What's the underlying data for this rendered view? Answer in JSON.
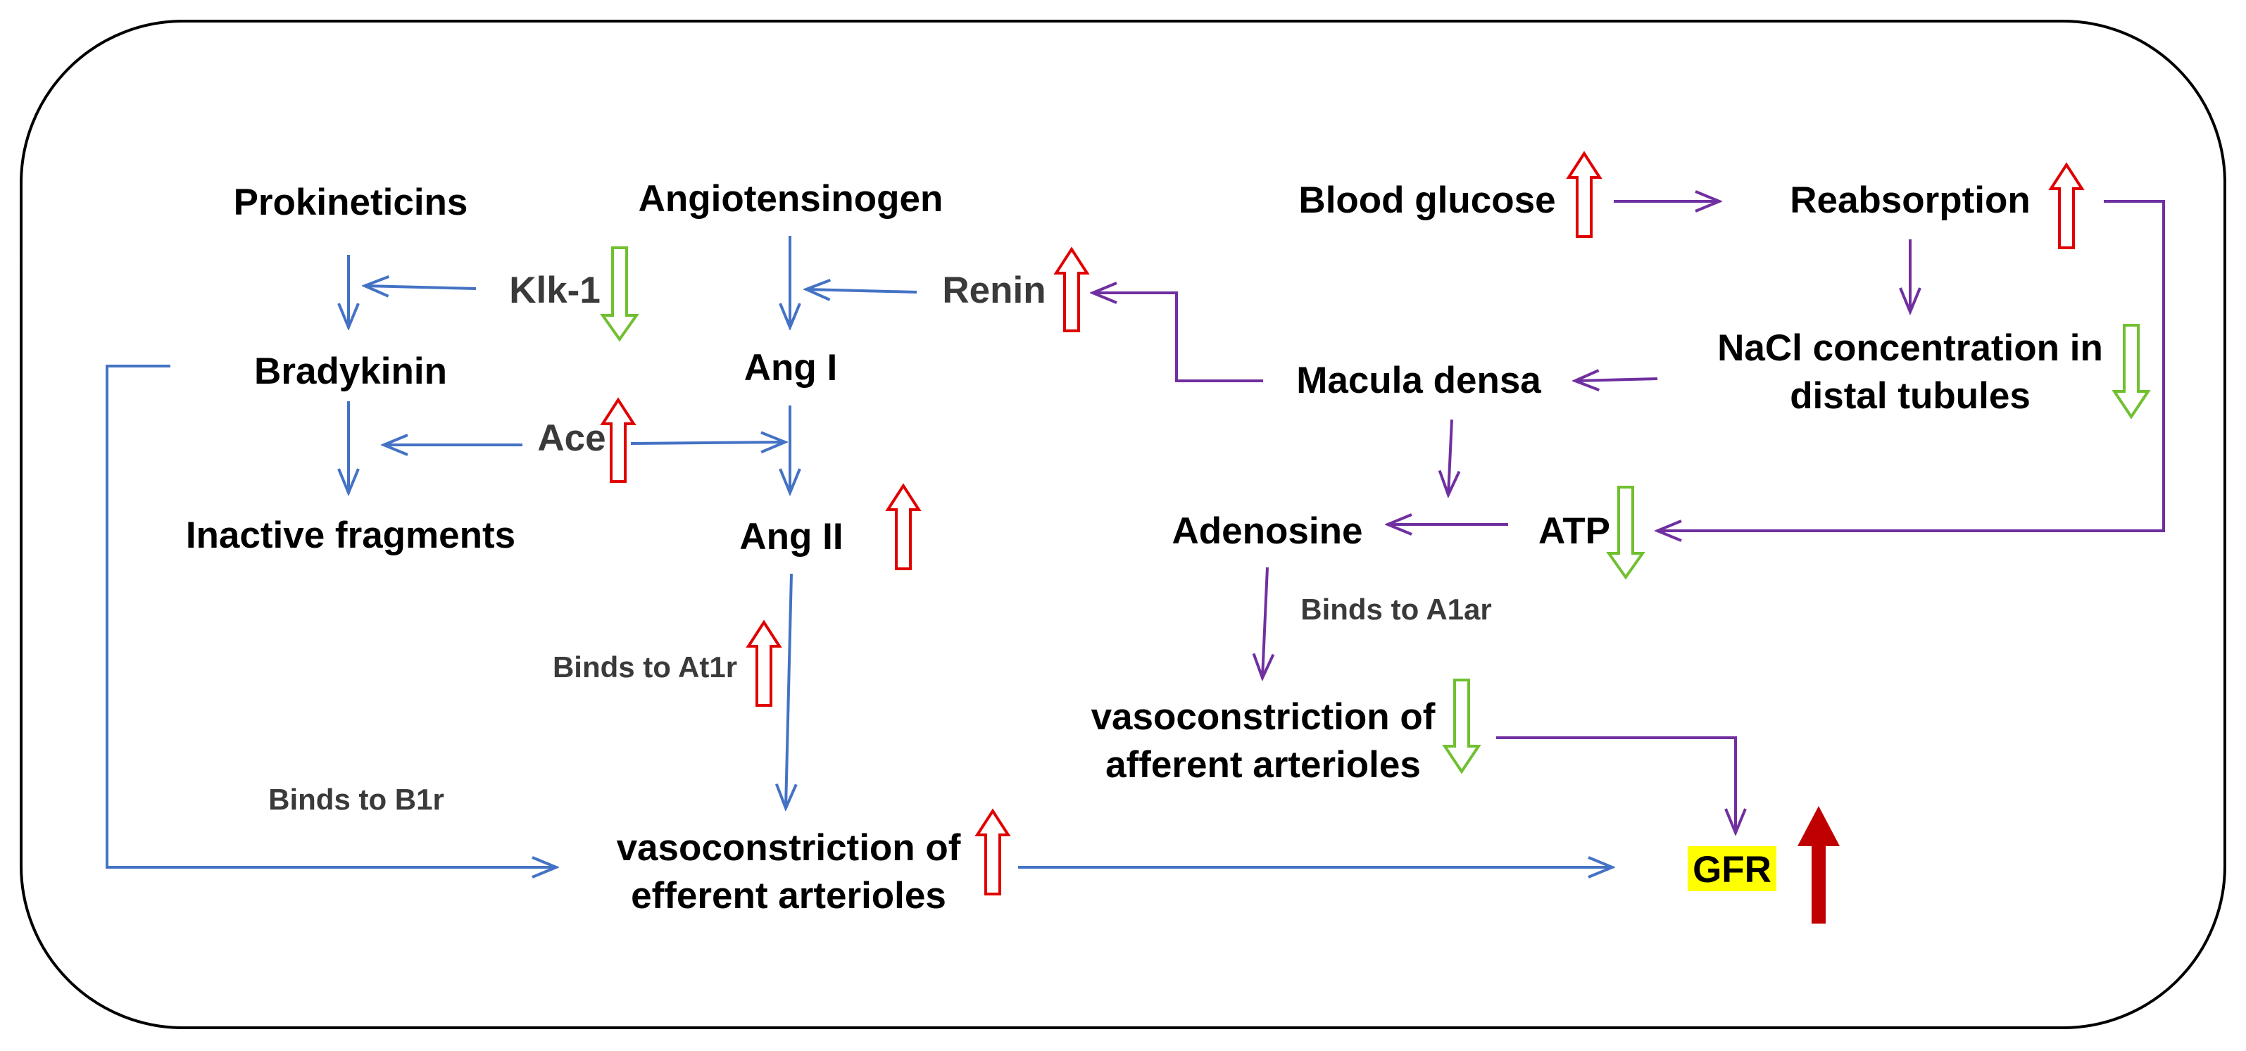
{
  "colors": {
    "blue_arrow": "#4472c4",
    "purple_arrow": "#7030a0",
    "up_indicator": "#e00000",
    "down_indicator": "#70c030",
    "gfr_highlight": "#ffff00",
    "big_up_arrow": "#c00000",
    "frame": "#000000"
  },
  "labels": {
    "prokineticins": "Prokineticins",
    "angiotensinogen": "Angiotensinogen",
    "klk1": "Klk-1",
    "renin": "Renin",
    "bradykinin": "Bradykinin",
    "ang1": "Ang I",
    "ace": "Ace",
    "inactive_fragments": "Inactive fragments",
    "ang2": "Ang II",
    "binds_at1r": "Binds to At1r",
    "binds_b1r": "Binds to B1r",
    "efferent_line1": "vasoconstriction of",
    "efferent_line2": "efferent arterioles",
    "blood_glucose": "Blood glucose",
    "reabsorption": "Reabsorption",
    "nacl_line1": "NaCl concentration in",
    "nacl_line2": "distal tubules",
    "macula_densa": "Macula densa",
    "adenosine": "Adenosine",
    "atp": "ATP",
    "binds_a1ar": "Binds to A1ar",
    "afferent_line1": "vasoconstriction of",
    "afferent_line2": "afferent arterioles",
    "gfr": "GFR"
  },
  "indicators": {
    "klk1": "down",
    "renin": "up",
    "ace": "up",
    "ang2": "up",
    "at1r": "up",
    "efferent": "up",
    "blood_glucose": "up",
    "reabsorption": "up",
    "nacl": "down",
    "atp": "down",
    "afferent": "down",
    "gfr": "up"
  }
}
